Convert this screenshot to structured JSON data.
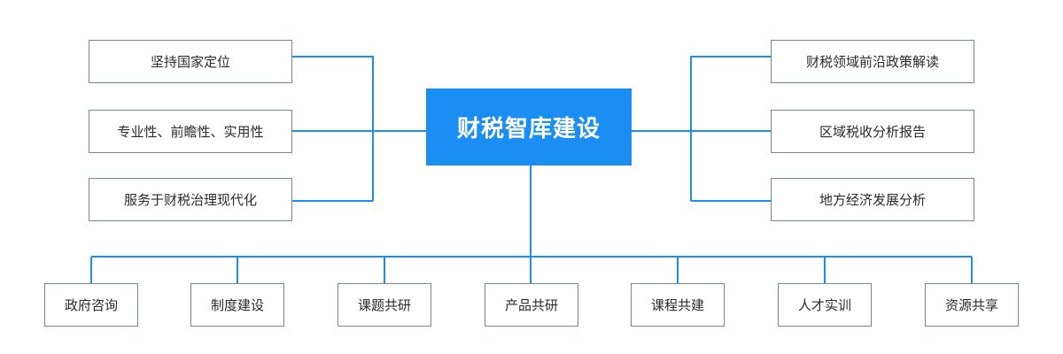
{
  "colors": {
    "accent": "#1a8ef2",
    "border": "#7a8592",
    "text": "#2b2b2b"
  },
  "center": {
    "label": "财税智库建设"
  },
  "left_nodes": [
    {
      "label": "坚持国家定位"
    },
    {
      "label": "专业性、前瞻性、实用性"
    },
    {
      "label": "服务于财税治理现代化"
    }
  ],
  "right_nodes": [
    {
      "label": "财税领域前沿政策解读"
    },
    {
      "label": "区域税收分析报告"
    },
    {
      "label": "地方经济发展分析"
    }
  ],
  "bottom_nodes": [
    {
      "label": "政府咨询"
    },
    {
      "label": "制度建设"
    },
    {
      "label": "课题共研"
    },
    {
      "label": "产品共研"
    },
    {
      "label": "课程共建"
    },
    {
      "label": "人才实训"
    },
    {
      "label": "资源共享"
    }
  ]
}
